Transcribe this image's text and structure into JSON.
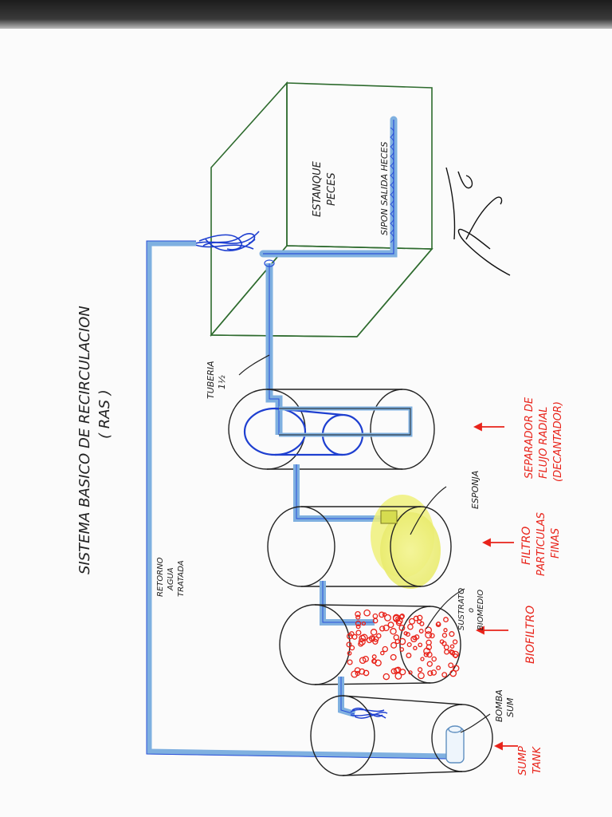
{
  "title": {
    "line1": "SISTEMA BASICO DE RECIRCULACION",
    "line2": "( RAS )"
  },
  "labels": {
    "tank_line1": "ESTANQUE",
    "tank_line2": "PECES",
    "siphon": "SIPON SALIDA HECES",
    "pipe_line1": "TUBERIA",
    "pipe_line2": "1½",
    "return_line1": "RETORNO",
    "return_line2": "AGUA",
    "return_line3": "TRATADA",
    "sponge": "ESPONJA",
    "substrate_line1": "SUSTRATO",
    "substrate_line2": "o",
    "substrate_line3": "BIOMEDIO",
    "pump_line1": "BOMBA",
    "pump_line2": "SUM"
  },
  "stage_labels": {
    "separator_line1": "SEPARADOR DE",
    "separator_line2": "FLUJO RADIAL",
    "separator_line3": "(DECANTADOR)",
    "filter_line1": "FILTRO",
    "filter_line2": "PARTICULAS",
    "filter_line3": "FINAS",
    "biofilter": "BIOFILTRO",
    "sump_line1": "SUMP",
    "sump_line2": "TANK"
  },
  "colors": {
    "outline": "#2e6b2e",
    "pipe": "#7fb0e0",
    "pipe_dark": "#1e3fd0",
    "ink": "#222222",
    "red": "#e8231a",
    "sponge": "#eef07a"
  }
}
